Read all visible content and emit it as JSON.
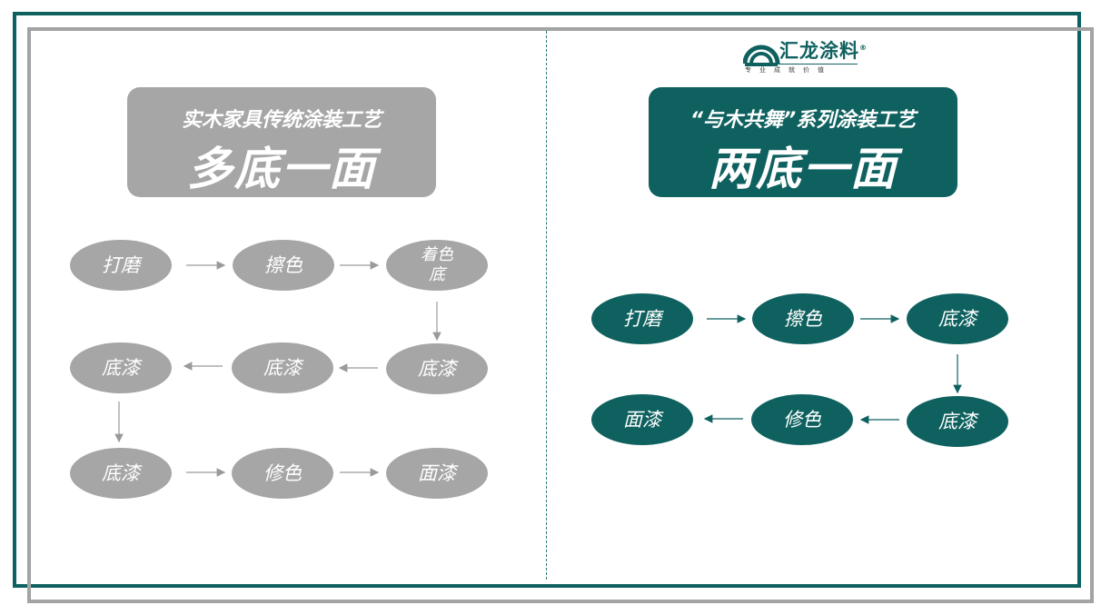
{
  "brand": {
    "name": "汇龙涂料",
    "tagline": "专业成就价值",
    "registered": "®"
  },
  "left": {
    "subtitle": "实木家具传统涂装工艺",
    "title": "多底一面",
    "steps": [
      "打磨",
      "擦色",
      "着色底",
      "底漆",
      "底漆",
      "底漆",
      "底漆",
      "修色",
      "面漆"
    ]
  },
  "right": {
    "subtitle": "“与木共舞”系列涂装工艺",
    "title": "两底一面",
    "steps": [
      "打磨",
      "擦色",
      "底漆",
      "底漆",
      "修色",
      "面漆"
    ]
  },
  "colors": {
    "teal": "#0f6160",
    "gray": "#a6a6a6"
  }
}
